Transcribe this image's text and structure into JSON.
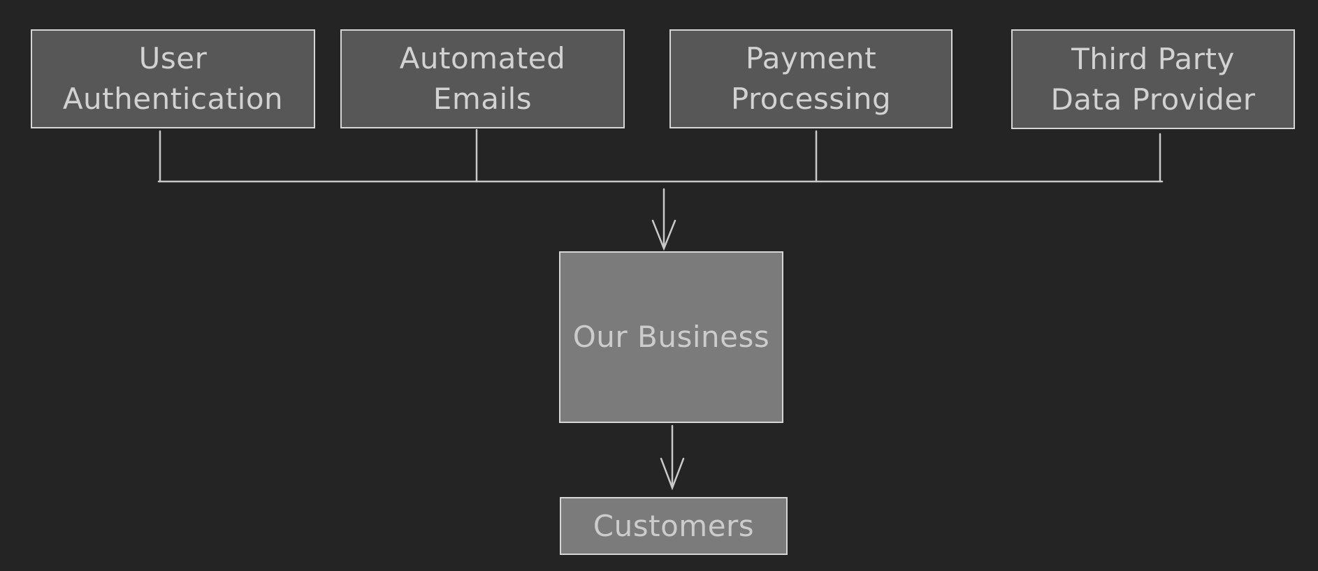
{
  "canvas": {
    "background_color": "#242424"
  },
  "colors": {
    "source_node_fill": "#575757",
    "hub_node_fill": "#7b7b7b",
    "node_border": "#d6d6d6",
    "connector_line": "#c9c9c9",
    "label_text": "#d2d2d2"
  },
  "diagram": {
    "sources": [
      {
        "id": "user-authentication",
        "label": "User\nAuthentication"
      },
      {
        "id": "automated-emails",
        "label": "Automated\nEmails"
      },
      {
        "id": "payment-processing",
        "label": "Payment\nProcessing"
      },
      {
        "id": "third-party-data-provider",
        "label": "Third Party\nData Provider"
      }
    ],
    "hub": {
      "id": "our-business",
      "label": "Our Business"
    },
    "sink": {
      "id": "customers",
      "label": "Customers"
    },
    "edges": [
      {
        "from": "user-authentication",
        "to": "our-business"
      },
      {
        "from": "automated-emails",
        "to": "our-business"
      },
      {
        "from": "payment-processing",
        "to": "our-business"
      },
      {
        "from": "third-party-data-provider",
        "to": "our-business"
      },
      {
        "from": "our-business",
        "to": "customers"
      }
    ]
  }
}
